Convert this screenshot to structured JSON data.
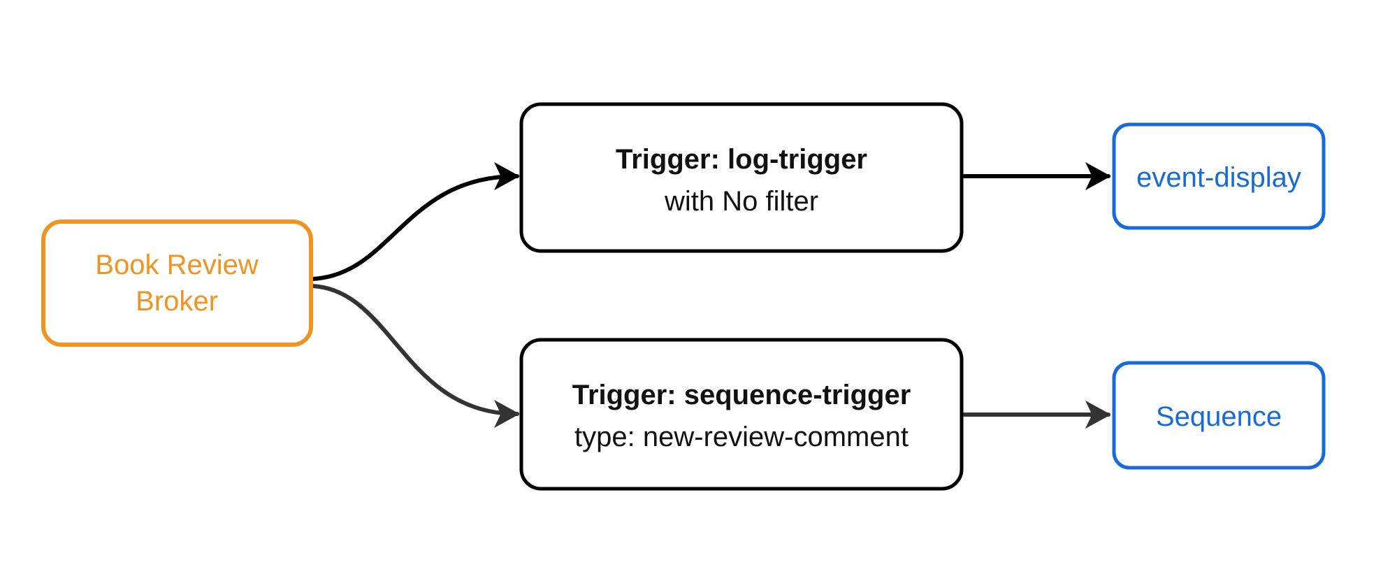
{
  "diagram": {
    "background": "#ffffff",
    "colors": {
      "broker_accent": "#F09421",
      "service_accent": "#176BD9",
      "trigger_border": "#000000",
      "trigger_text": "#111111",
      "edge_top": "#000000",
      "edge_bottom": "#333333"
    },
    "nodes": {
      "broker": {
        "line1": "Book Review",
        "line2": "Broker"
      },
      "log_trigger": {
        "title": "Trigger: log-trigger",
        "subtitle": "with No filter"
      },
      "sequence_trigger": {
        "title": "Trigger: sequence-trigger",
        "subtitle": "type: new-review-comment"
      },
      "event_display": {
        "label": "event-display"
      },
      "sequence": {
        "label": "Sequence"
      }
    }
  }
}
